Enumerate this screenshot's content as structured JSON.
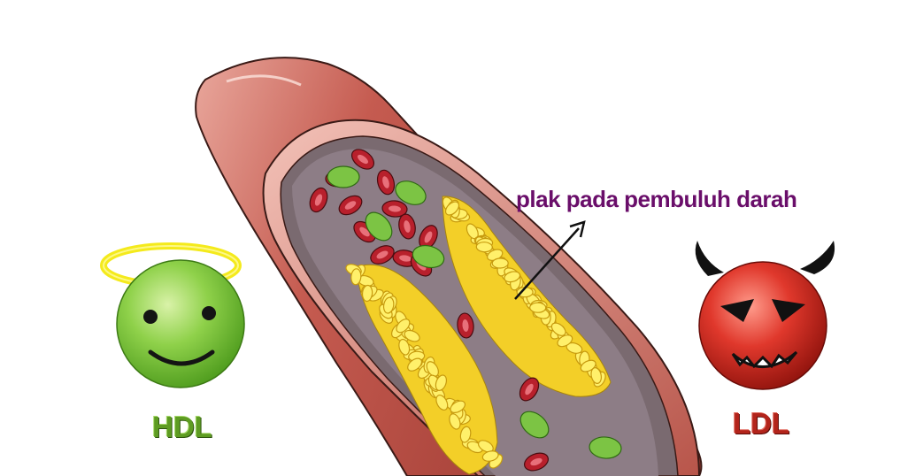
{
  "labels": {
    "hdl": "HDL",
    "ldl": "LDL",
    "plaque": "plak pada pembuluh darah"
  },
  "colors": {
    "hdl_text": "#5e9c22",
    "ldl_text": "#b3241b",
    "plaque_text": "#6a0e6a",
    "artery_wall": "#c85a4f",
    "plaque_fat": "#f7e43a",
    "red_cell": "#b8202c",
    "green_cell": "#7cc444"
  },
  "icons": {
    "hdl": "angel-smiley-icon",
    "ldl": "devil-smiley-icon"
  }
}
